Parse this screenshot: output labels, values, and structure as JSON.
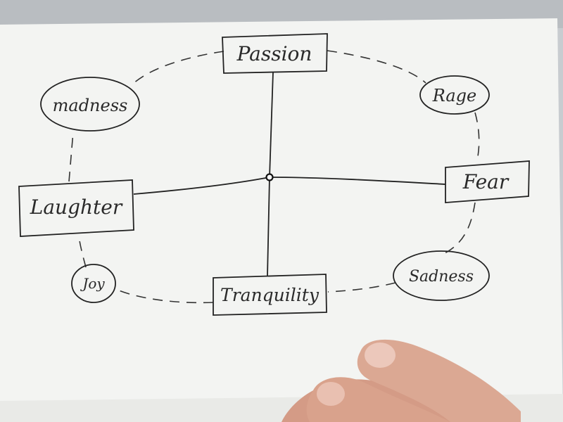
{
  "diagram": {
    "center": "",
    "nodes": {
      "passion": "Passion",
      "fear": "Fear",
      "tranquility": "Tranquility",
      "laughter": "Laughter",
      "madness": "madness",
      "rage": "Rage",
      "sadness": "Sadness",
      "joy": "Joy"
    }
  },
  "colors": {
    "paper": "#f3f4f2",
    "ink": "#2a2a2a",
    "background": "#c9cdd0",
    "shirt": "#2a9fb6",
    "skin": "#d9a58f"
  }
}
